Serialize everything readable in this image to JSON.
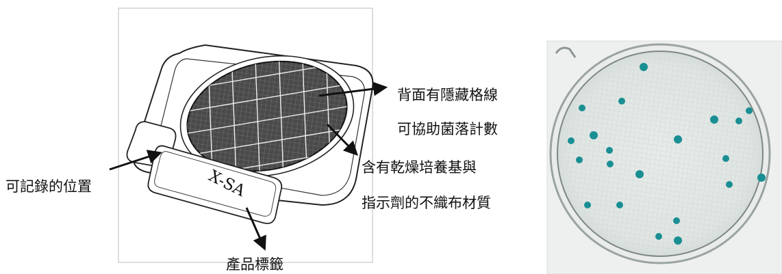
{
  "diagram": {
    "device_label": "X-SA",
    "annotations": {
      "grid_line_1": "背面有隱藏格線",
      "grid_line_2": "可協助菌落計數",
      "media_line_1": "含有乾燥培養基與",
      "media_line_2": "指示劑的不織布材質",
      "writable_area": "可記錄的位置",
      "product_label": "產品標籤"
    }
  },
  "photo": {
    "colony_color": "#1a8f93",
    "colony_count": 21
  }
}
